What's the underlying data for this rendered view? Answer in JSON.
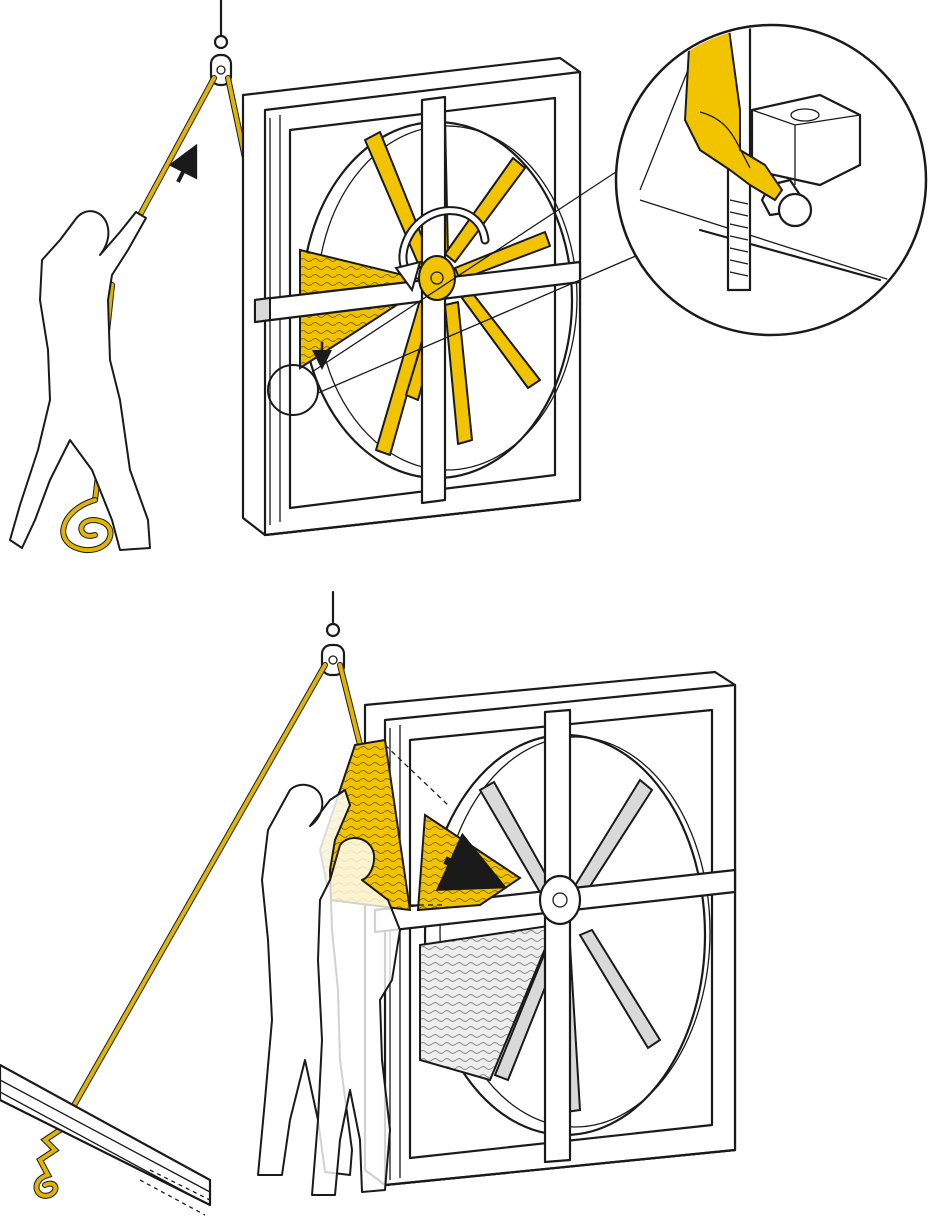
{
  "figure": {
    "panels": [
      {
        "id": "top",
        "description_icons": [
          "person-pulling-rope",
          "pulley",
          "wheel-frame",
          "yellow-segment",
          "rotation-arrow",
          "detail-magnifier"
        ]
      },
      {
        "id": "bottom",
        "description_icons": [
          "pulley",
          "wheel-frame",
          "yellow-segment",
          "insert-arrow",
          "two-people",
          "floor-anchor-beam"
        ]
      }
    ],
    "colors": {
      "accent": "#f2c400",
      "line": "#1a1a1a",
      "frame": "#ffffff",
      "metal": "#d9d9d9"
    }
  }
}
